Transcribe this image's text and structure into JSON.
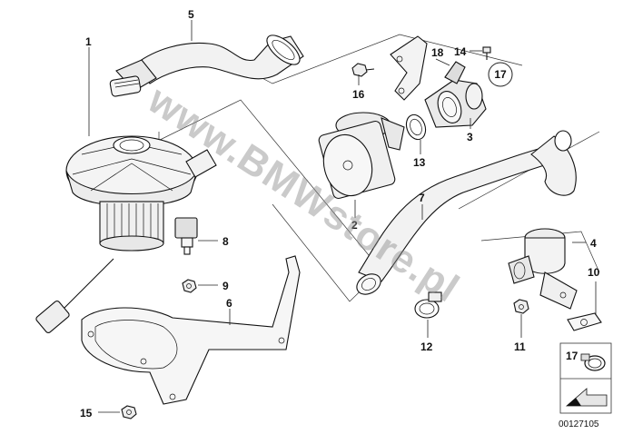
{
  "diagram": {
    "callouts": {
      "p1": "1",
      "p2": "2",
      "p3": "3",
      "p4": "4",
      "p5": "5",
      "p6": "6",
      "p7": "7",
      "p8": "8",
      "p9": "9",
      "p10": "10",
      "p11": "11",
      "p12": "12",
      "p13": "13",
      "p14": "14",
      "p15": "15",
      "p16": "16",
      "p17": "17",
      "p18": "18"
    },
    "legend": {
      "ref_number": "17"
    },
    "document_id": "00127105",
    "watermark": "www.BMWstore.pl"
  }
}
